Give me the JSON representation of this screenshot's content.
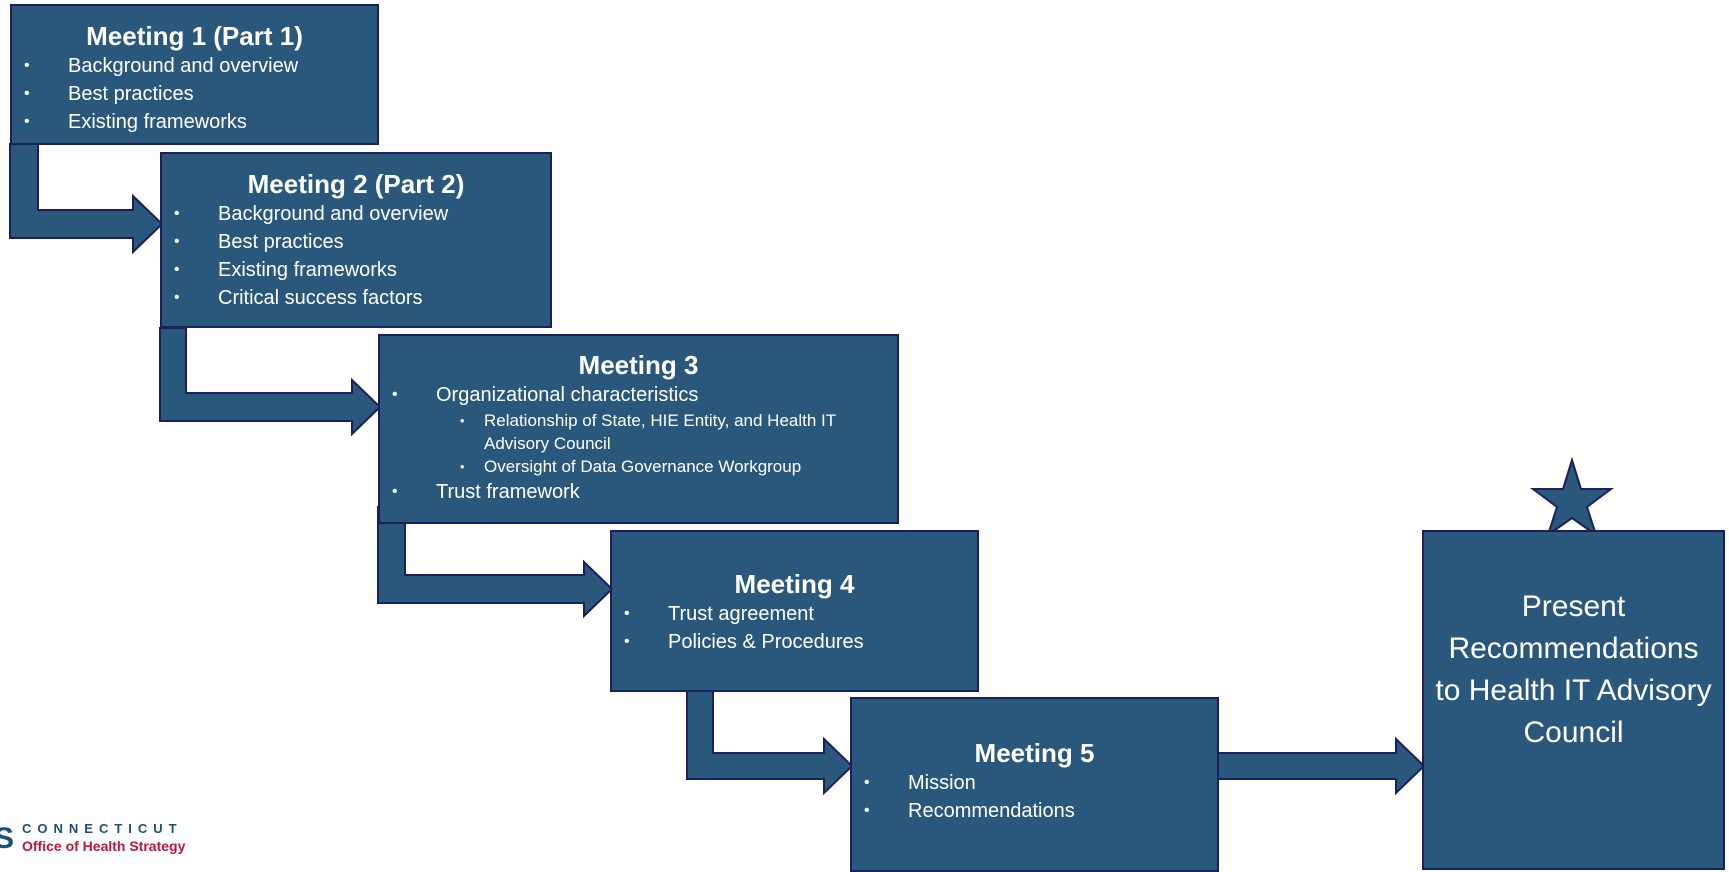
{
  "colors": {
    "box_fill": "#2a587c",
    "box_border": "#1b1f5a",
    "text": "#ffffff",
    "logo_blue": "#1f4e79",
    "logo_red": "#c0143c"
  },
  "meetings": [
    {
      "title": "Meeting 1 (Part 1)",
      "bullets": [
        "Background and overview",
        "Best practices",
        "Existing frameworks"
      ]
    },
    {
      "title": "Meeting 2 (Part 2)",
      "bullets": [
        "Background and overview",
        "Best practices",
        "Existing frameworks",
        "Critical success factors"
      ]
    },
    {
      "title": "Meeting 3",
      "bullets": [
        "Organizational characteristics",
        "Trust framework"
      ],
      "sub_bullets": [
        "Relationship of State, HIE Entity, and Health IT Advisory Council",
        "Oversight of Data Governance Workgroup"
      ]
    },
    {
      "title": "Meeting 4",
      "bullets": [
        "Trust agreement",
        "Policies & Procedures"
      ]
    },
    {
      "title": "Meeting 5",
      "bullets": [
        "Mission",
        "Recommendations"
      ]
    }
  ],
  "final": {
    "text": "Present Recommendations to Health IT Advisory Council",
    "icon": "star-icon"
  },
  "logo": {
    "top": "CONNECTICUT",
    "bottom": "Office of Health Strategy"
  }
}
